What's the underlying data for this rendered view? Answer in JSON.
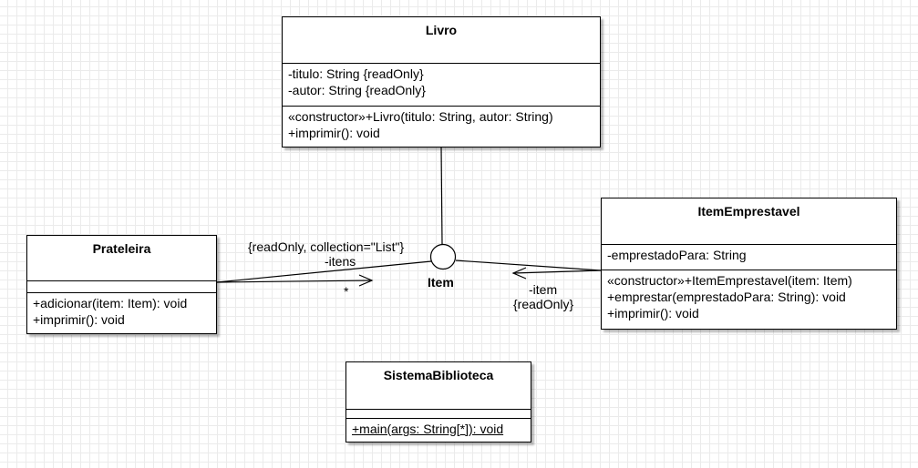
{
  "classes": {
    "livro": {
      "name": "Livro",
      "attributes": [
        "-titulo: String {readOnly}",
        "-autor: String {readOnly}"
      ],
      "operations": [
        "«constructor»+Livro(titulo: String, autor: String)",
        "+imprimir(): void"
      ]
    },
    "prateleira": {
      "name": "Prateleira",
      "attributes": [],
      "operations": [
        "+adicionar(item: Item): void",
        "+imprimir(): void"
      ]
    },
    "item_emprestavel": {
      "name": "ItemEmprestavel",
      "attributes": [
        "-emprestadoPara: String"
      ],
      "operations": [
        "«constructor»+ItemEmprestavel(item: Item)",
        "+emprestar(emprestadoPara: String): void",
        "+imprimir(): void"
      ]
    },
    "sistema_biblioteca": {
      "name": "SistemaBiblioteca",
      "attributes": [],
      "operations": [
        "+main(args: String[*]): void"
      ]
    }
  },
  "interface": {
    "name": "Item"
  },
  "associations": {
    "prateleira_itens": {
      "constraint": "{readOnly, collection=\"List\"}",
      "role": "-itens",
      "multiplicity": "*"
    },
    "emprestavel_item": {
      "role": "-item",
      "constraint": "{readOnly}"
    }
  }
}
